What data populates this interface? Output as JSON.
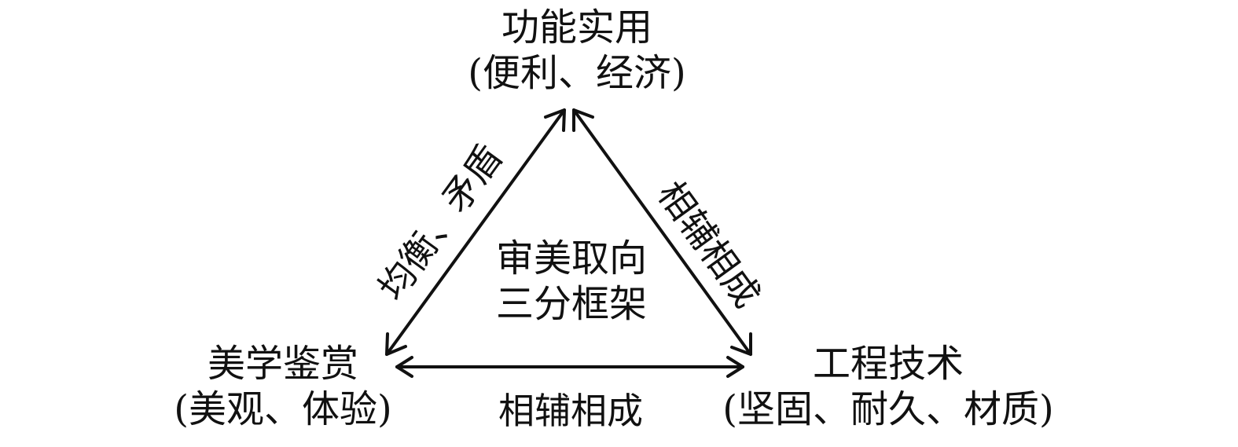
{
  "nodes": {
    "top": {
      "title": "功能实用",
      "subtitle": "(便利、经济)"
    },
    "left": {
      "title": "美学鉴赏",
      "subtitle": "(美观、体验)"
    },
    "right": {
      "title": "工程技术",
      "subtitle": "(坚固、耐久、材质)"
    }
  },
  "center": {
    "line1": "审美取向",
    "line2": "三分框架"
  },
  "edges": {
    "top_left": "均衡、矛盾",
    "top_right": "相辅相成",
    "bottom": "相辅相成"
  },
  "colors": {
    "line": "#111111",
    "text": "#111111",
    "background": "#ffffff"
  }
}
